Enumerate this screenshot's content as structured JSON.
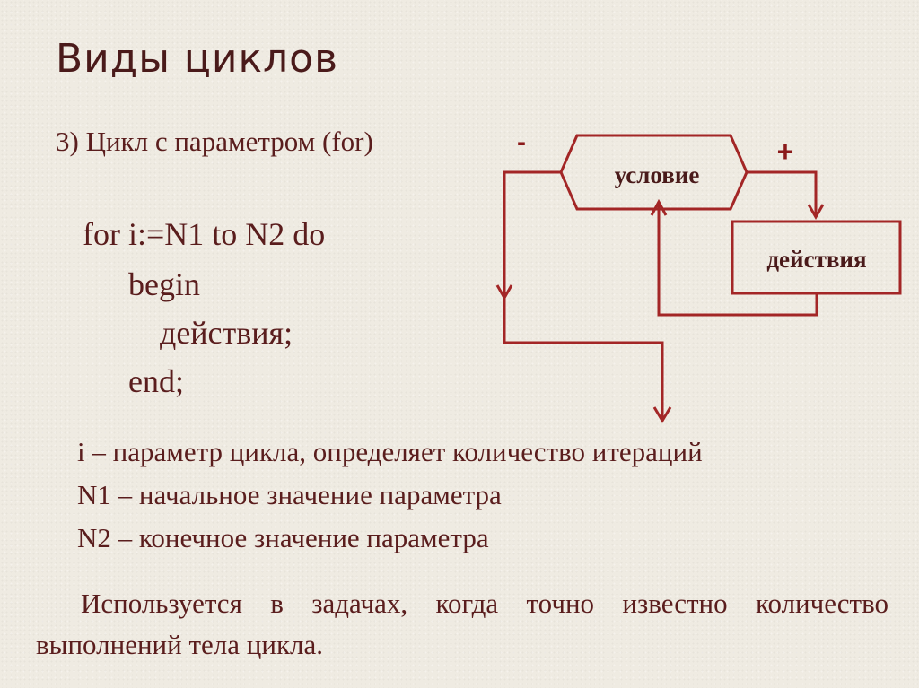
{
  "slide": {
    "title": "Виды циклов",
    "subtitle": "3) Цикл с параметром (for)",
    "code_lines": [
      "for i:=N1 to N2 do",
      "begin",
      "действия;",
      "end;"
    ],
    "descriptions": [
      "i – параметр цикла, определяет количество итераций",
      "N1 – начальное значение параметра",
      "N2 – конечное значение параметра"
    ],
    "usage": "Используется в задачах, когда точно известно количество выполнений тела цикла."
  },
  "flowchart": {
    "condition_label": "условие",
    "action_label": "действия",
    "minus_sign": "-",
    "plus_sign": "+",
    "line_color": "#a32626"
  }
}
